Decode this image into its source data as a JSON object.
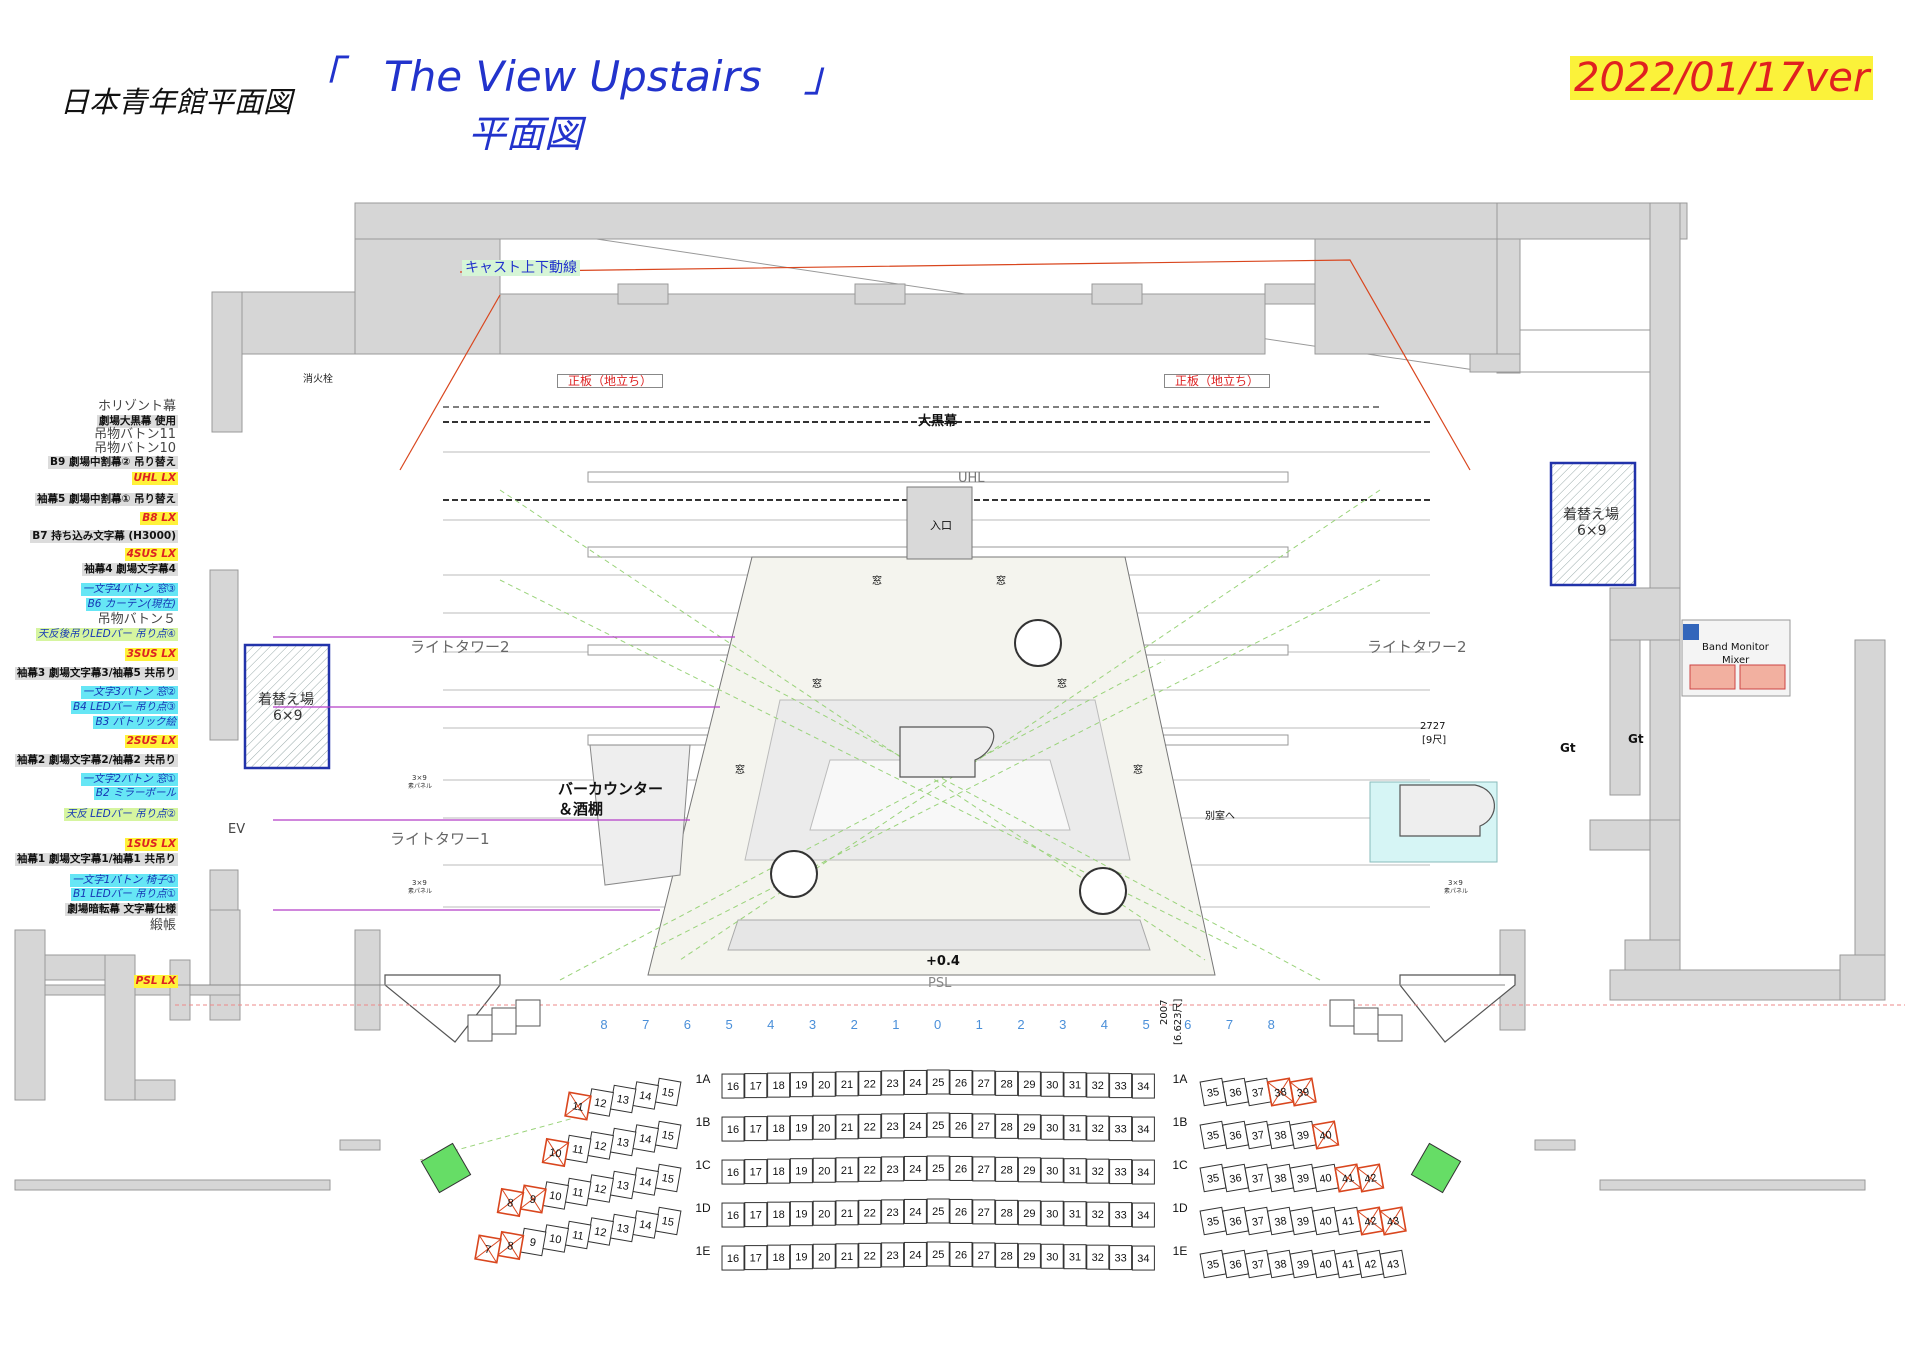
{
  "title": {
    "venue": "日本青年館平面図",
    "show": "「　The View Upstairs　」",
    "subtitle": "平面図",
    "version": "2022/01/17ver"
  },
  "colors": {
    "wall": "#d6d6d6",
    "title_blue": "#2233cc",
    "version_bg": "#fbf23a",
    "version_text": "#e02020",
    "cast_line": "#d9461e",
    "light_line": "#9ad37a",
    "batten_line": "#b43ec8",
    "red_seat": "#d9461e"
  },
  "left_labels": [
    {
      "text": "ホリゾント幕",
      "style": "plain"
    },
    {
      "text": "劇場大黒幕 使用",
      "style": "bold"
    },
    {
      "text": "吊物バトン11",
      "style": "plain"
    },
    {
      "text": "吊物バトン10",
      "style": "plain"
    },
    {
      "text": "B9 劇場中割幕② 吊り替え",
      "style": "bold"
    },
    {
      "text": "UHL LX",
      "style": "yellow"
    },
    {
      "text": "袖幕5 劇場中割幕① 吊り替え",
      "style": "bold"
    },
    {
      "text": "B8 LX",
      "style": "yellow"
    },
    {
      "text": "B7 持ち込み文字幕 (H3000)",
      "style": "bold"
    },
    {
      "text": "4SUS LX",
      "style": "yellow"
    },
    {
      "text": "袖幕4 劇場文字幕4",
      "style": "bold"
    },
    {
      "text": "一文字4バトン 窓③",
      "style": "cyan"
    },
    {
      "text": "B6 カーテン(現在)",
      "style": "cyan"
    },
    {
      "text": "吊物バトン５",
      "style": "plain"
    },
    {
      "text": "天反後吊りLEDバー 吊り点④",
      "style": "green"
    },
    {
      "text": "3SUS LX",
      "style": "yellow"
    },
    {
      "text": "袖幕3 劇場文字幕3/袖幕5 共吊り",
      "style": "bold"
    },
    {
      "text": "一文字3バトン 窓②",
      "style": "cyan"
    },
    {
      "text": "B4 LEDバー 吊り点③",
      "style": "cyan"
    },
    {
      "text": "B3 パトリック絵",
      "style": "cyan"
    },
    {
      "text": "2SUS LX",
      "style": "yellow"
    },
    {
      "text": "袖幕2 劇場文字幕2/袖幕2 共吊り",
      "style": "bold"
    },
    {
      "text": "一文字2バトン 窓①",
      "style": "cyan"
    },
    {
      "text": "B2 ミラーボール",
      "style": "cyan"
    },
    {
      "text": "天反 LEDバー 吊り点②",
      "style": "green"
    },
    {
      "text": "1SUS LX",
      "style": "yellow"
    },
    {
      "text": "袖幕1 劇場文字幕1/袖幕1 共吊り",
      "style": "bold"
    },
    {
      "text": "一文字1バトン 椅子①",
      "style": "cyan"
    },
    {
      "text": "B1 LEDバー 吊り点①",
      "style": "cyan"
    },
    {
      "text": "劇場暗転幕 文字幕仕様",
      "style": "bold"
    },
    {
      "text": "緞帳",
      "style": "plain"
    },
    {
      "text": "PSL LX",
      "style": "yellow"
    }
  ],
  "labels": {
    "cast_route": "キャスト上下動線",
    "hydrant": "消火栓",
    "shoita_left": "正板（地立ち）",
    "shoita_right": "正板（地立ち）",
    "daikokumaku": "大黒幕",
    "uhl": "UHL",
    "entrance": "入口",
    "window": "窓",
    "light_tower_2_left": "ライトタワー2",
    "light_tower_2_right": "ライトタワー2",
    "light_tower_1": "ライトタワー1",
    "dressing_left": "着替え場",
    "dressing_left_size": "6×9",
    "dressing_right": "着替え場",
    "dressing_right_size": "6×9",
    "bar_counter": "バーカウンター",
    "sake_shelf": "＆酒棚",
    "ev": "EV",
    "to_annex": "別室へ",
    "stage_height": "+0.4",
    "psl": "PSL",
    "dim_upper": "2727",
    "dim_upper_shaku": "[9尺]",
    "dim_lower": "2007",
    "dim_lower_shaku": "[6.623尺]",
    "band_monitor": "Band Monitor",
    "mixer": "Mixer",
    "gt1": "Gt",
    "gt2": "Gt",
    "panel": "3×9",
    "panel_note": "素パネル"
  },
  "column_numbers": [
    "8",
    "7",
    "6",
    "5",
    "4",
    "3",
    "2",
    "1",
    "0",
    "1",
    "2",
    "3",
    "4",
    "5",
    "6",
    "7",
    "8"
  ],
  "seat_rows": [
    {
      "row": "1A",
      "left": [],
      "left_red": [
        11
      ],
      "left_block": [
        11,
        12,
        13,
        14,
        15
      ],
      "center": [
        16,
        17,
        18,
        19,
        20,
        21,
        22,
        23,
        24,
        25,
        26,
        27,
        28,
        29,
        30,
        31,
        32,
        33,
        34
      ],
      "right": [
        35,
        36,
        37,
        38,
        39
      ],
      "right_red": [
        38,
        39
      ]
    },
    {
      "row": "1B",
      "left_block": [
        10,
        11,
        12,
        13,
        14,
        15
      ],
      "left_red": [
        10
      ],
      "center": [
        16,
        17,
        18,
        19,
        20,
        21,
        22,
        23,
        24,
        25,
        26,
        27,
        28,
        29,
        30,
        31,
        32,
        33,
        34
      ],
      "right": [
        35,
        36,
        37,
        38,
        39,
        40
      ],
      "right_red": [
        40
      ]
    },
    {
      "row": "1C",
      "left_block": [
        8,
        9,
        10,
        11,
        12,
        13,
        14,
        15
      ],
      "left_red": [
        8,
        9
      ],
      "center": [
        16,
        17,
        18,
        19,
        20,
        21,
        22,
        23,
        24,
        25,
        26,
        27,
        28,
        29,
        30,
        31,
        32,
        33,
        34
      ],
      "right": [
        35,
        36,
        37,
        38,
        39,
        40,
        41,
        42
      ],
      "right_red": [
        41,
        42
      ]
    },
    {
      "row": "1D",
      "left_block": [
        7,
        8,
        9,
        10,
        11,
        12,
        13,
        14,
        15
      ],
      "left_red": [
        7,
        8
      ],
      "center": [
        16,
        17,
        18,
        19,
        20,
        21,
        22,
        23,
        24,
        25,
        26,
        27,
        28,
        29,
        30,
        31,
        32,
        33,
        34
      ],
      "right": [
        35,
        36,
        37,
        38,
        39,
        40,
        41,
        42,
        43
      ],
      "right_red": [
        42,
        43
      ]
    },
    {
      "row": "1E",
      "left_block": [],
      "left_red": [],
      "center": [
        16,
        17,
        18,
        19,
        20,
        21,
        22,
        23,
        24,
        25,
        26,
        27,
        28,
        29,
        30,
        31,
        32,
        33,
        34
      ],
      "right": [
        35,
        36,
        37,
        38,
        39,
        40,
        41,
        42,
        43
      ],
      "right_red": []
    }
  ],
  "row_labels": [
    "1A",
    "1B",
    "1C",
    "1D",
    "1E"
  ]
}
